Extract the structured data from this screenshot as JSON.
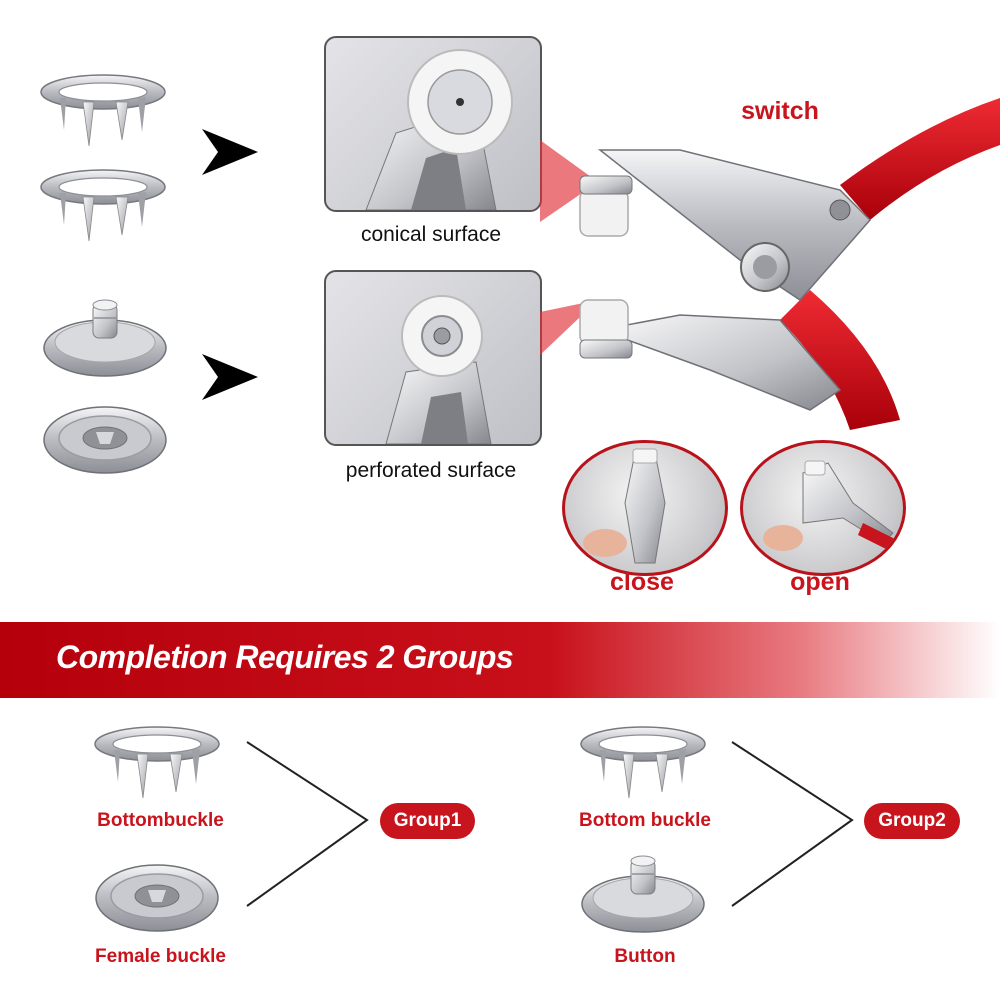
{
  "top": {
    "callouts": {
      "conical": "conical surface",
      "perforated": "perforated surface",
      "switch": "switch"
    },
    "modes": {
      "close": "close",
      "open": "open"
    }
  },
  "banner": {
    "title": "Completion Requires 2 Groups"
  },
  "groups": [
    {
      "pill": "Group1",
      "top_part": "Bottombuckle",
      "bottom_part": "Female buckle"
    },
    {
      "pill": "Group2",
      "top_part": "Bottom buckle",
      "bottom_part": "Button"
    }
  ],
  "colors": {
    "accent_red": "#c8141c",
    "metal": "#c7c8cc"
  },
  "icons": [
    "arrow-right-icon",
    "prong-ring-icon",
    "snap-button-icon",
    "socket-icon",
    "pliers-icon"
  ]
}
